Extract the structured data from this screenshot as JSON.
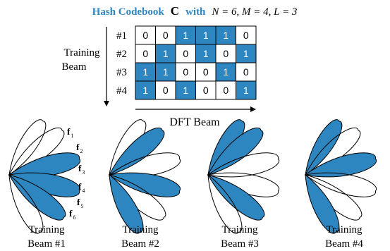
{
  "title": {
    "prefix": "Hash Codebook",
    "symbol": "C",
    "with": "with",
    "params": "N = 6, M = 4, L = 3"
  },
  "codebook": {
    "row_labels": [
      "#1",
      "#2",
      "#3",
      "#4"
    ],
    "matrix": [
      [
        0,
        0,
        1,
        1,
        1,
        0
      ],
      [
        0,
        1,
        0,
        1,
        0,
        1
      ],
      [
        1,
        1,
        0,
        0,
        1,
        0
      ],
      [
        1,
        0,
        1,
        0,
        0,
        1
      ]
    ],
    "y_axis_label": [
      "Training",
      "Beam"
    ],
    "x_axis_label": "DFT Beam"
  },
  "beam_labels": {
    "letter": "f",
    "subscripts": [
      "1",
      "2",
      "3",
      "4",
      "5",
      "6"
    ]
  },
  "beams": [
    {
      "caption": [
        "Training",
        "Beam #1"
      ]
    },
    {
      "caption": [
        "Training",
        "Beam #2"
      ]
    },
    {
      "caption": [
        "Training",
        "Beam #3"
      ]
    },
    {
      "caption": [
        "Training",
        "Beam #4"
      ]
    }
  ],
  "colors": {
    "highlight": "#2e86c1",
    "title": "#2e86c1",
    "outline": "#000000"
  }
}
